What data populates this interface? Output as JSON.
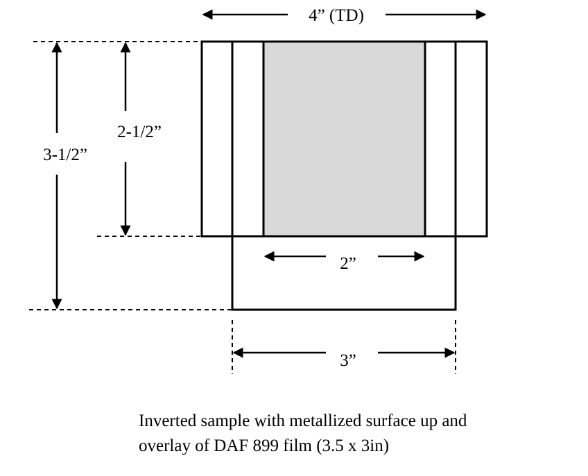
{
  "diagram": {
    "labels": {
      "width_td": "4” (TD)",
      "height_total": "3-1/2”",
      "height_upper": "2-1/2”",
      "width_center": "2”",
      "width_lower": "3”"
    },
    "caption": {
      "line1": "Inverted sample with metallized surface up and",
      "line2": "overlay of DAF 899 film (3.5 x 3in)"
    },
    "colors": {
      "line": "#000000",
      "shaded_region": "#d9d9d9",
      "background": "#ffffff"
    }
  }
}
